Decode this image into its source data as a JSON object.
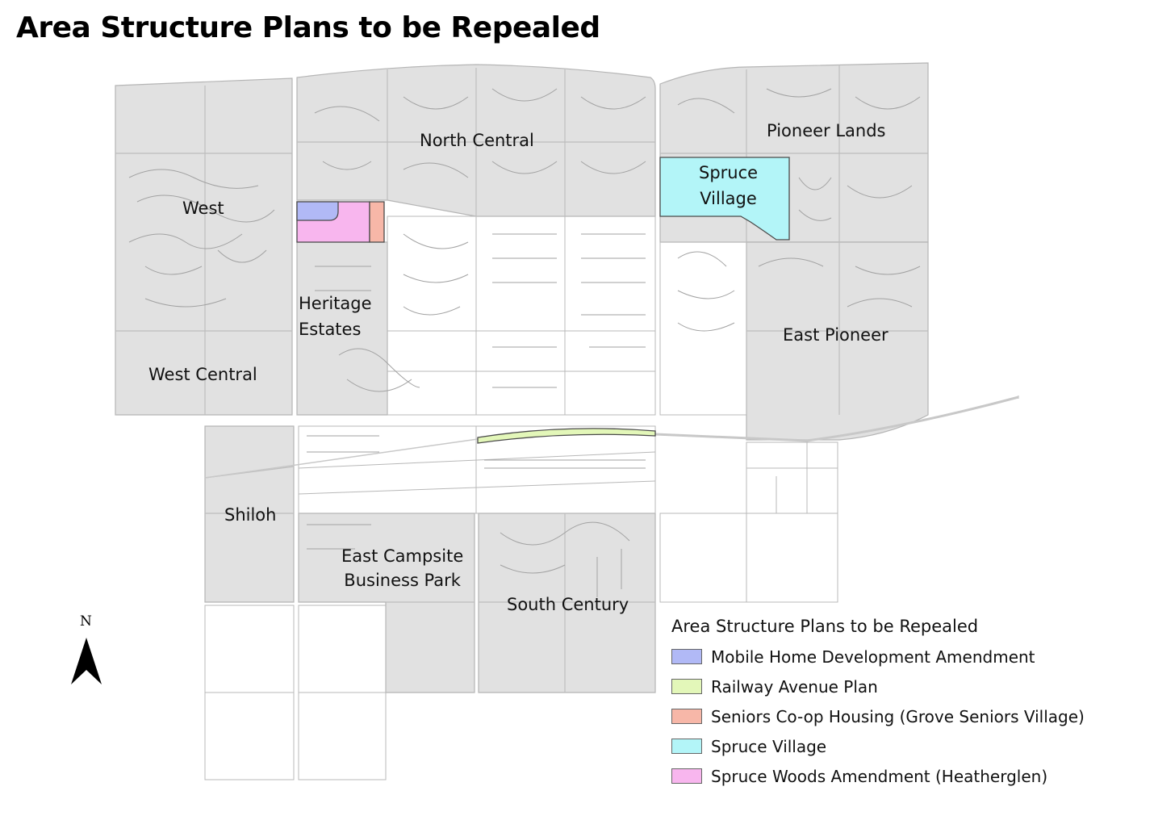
{
  "title": "Area Structure Plans to be Repealed",
  "area_labels": [
    {
      "text": "North Central"
    },
    {
      "text": "Pioneer Lands"
    },
    {
      "text": "Spruce\nVillage"
    },
    {
      "text": "West"
    },
    {
      "text": "Heritage\nEstates"
    },
    {
      "text": "East Pioneer"
    },
    {
      "text": "West Central"
    },
    {
      "text": "Shiloh"
    },
    {
      "text": "East Campsite\nBusiness Park"
    },
    {
      "text": "South Century"
    }
  ],
  "north_arrow": {
    "letter": "N"
  },
  "legend": {
    "title": "Area Structure Plans to be Repealed",
    "items": [
      {
        "label": "Mobile Home Development Amendment",
        "color": "#b1b9f6"
      },
      {
        "label": "Railway Avenue Plan",
        "color": "#e3f7b9"
      },
      {
        "label": "Seniors Co-op Housing (Grove Seniors Village)",
        "color": "#f7b7a8"
      },
      {
        "label": "Spruce Village",
        "color": "#b3f5f8"
      },
      {
        "label": "Spruce Woods Amendment (Heatherglen)",
        "color": "#f8b6ee"
      }
    ]
  },
  "colors": {
    "planned_area_fill": "#e1e1e1",
    "parcel_line": "#a9a9a9",
    "road_line": "#bcbcbc"
  }
}
